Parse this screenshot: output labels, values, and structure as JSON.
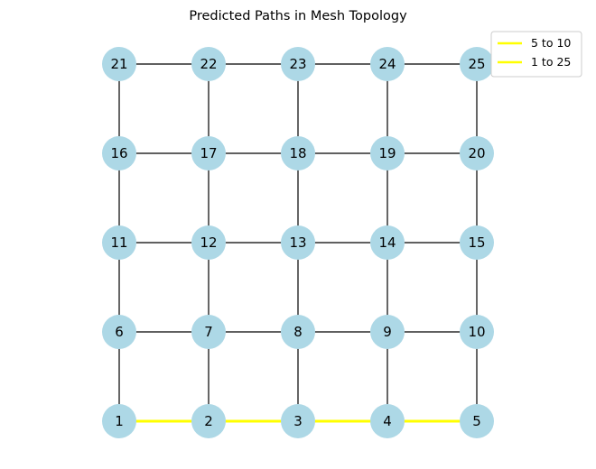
{
  "title": "Predicted Paths in Mesh Topology",
  "legend": {
    "entries": [
      {
        "label": "5 to 10",
        "color": "#ffff00"
      },
      {
        "label": "1 to 25",
        "color": "#ffff00"
      }
    ]
  },
  "colors": {
    "node_fill": "#add8e6",
    "edge": "#000000",
    "path": "#ffff00"
  },
  "graph": {
    "rows": 5,
    "cols": 5,
    "nodes": [
      "1",
      "2",
      "3",
      "4",
      "5",
      "6",
      "7",
      "8",
      "9",
      "10",
      "11",
      "12",
      "13",
      "14",
      "15",
      "16",
      "17",
      "18",
      "19",
      "20",
      "21",
      "22",
      "23",
      "24",
      "25"
    ],
    "highlighted_edges": [
      [
        "1",
        "2"
      ],
      [
        "2",
        "3"
      ],
      [
        "3",
        "4"
      ],
      [
        "4",
        "5"
      ]
    ]
  }
}
